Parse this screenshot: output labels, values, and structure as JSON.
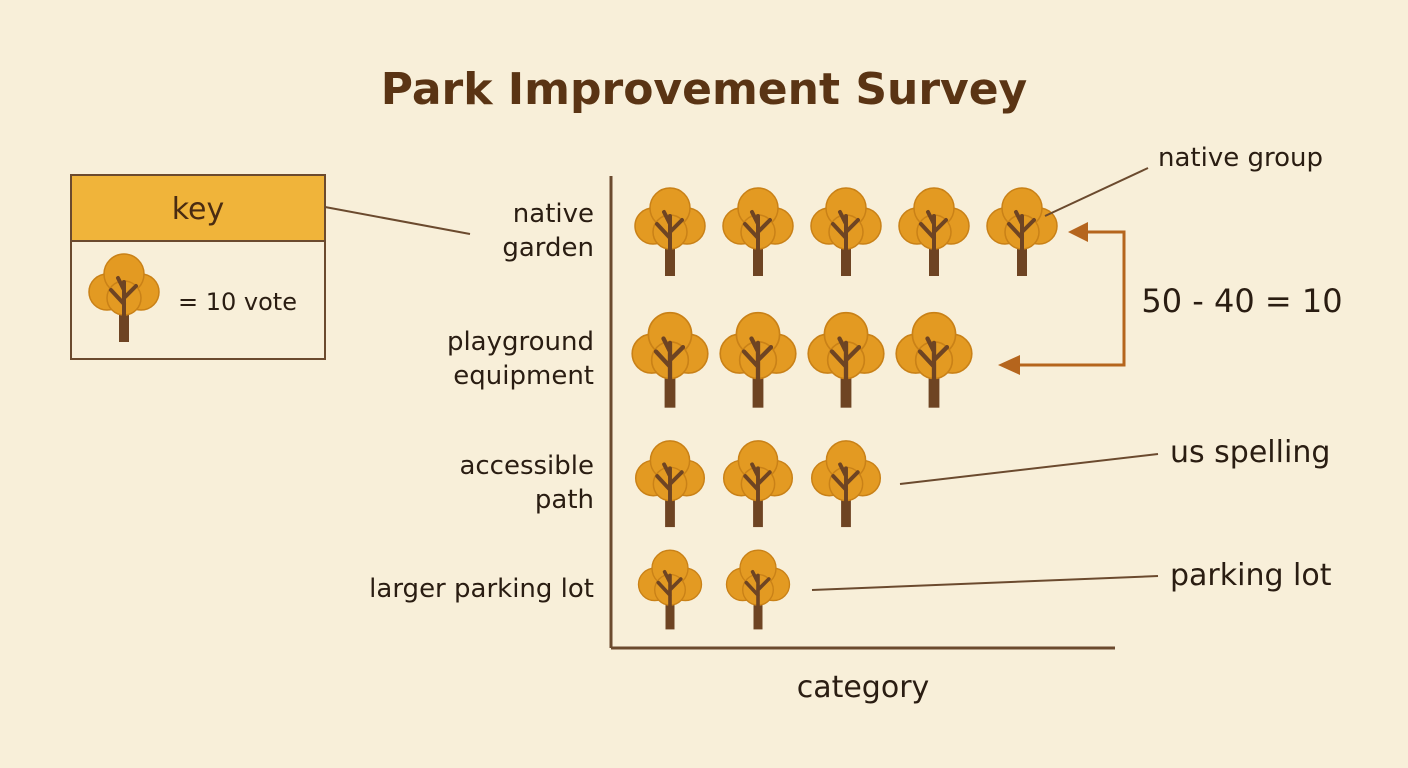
{
  "chart_data": {
    "type": "pictograph",
    "title": "Park Improvement Survey",
    "xlabel": "category",
    "key": {
      "title": "key",
      "text": "= 10 vote",
      "unit_value": 10,
      "icon": "tree-icon"
    },
    "categories": [
      {
        "label_lines": [
          "native",
          "garden"
        ],
        "icons": 5,
        "value": 50
      },
      {
        "label_lines": [
          "playground",
          "equipment"
        ],
        "icons": 4,
        "value": 40
      },
      {
        "label_lines": [
          "accessible",
          "path"
        ],
        "icons": 3,
        "value": 30
      },
      {
        "label_lines": [
          "larger parking lot"
        ],
        "icons": 2,
        "value": 20
      }
    ],
    "annotations": [
      {
        "text": "native group",
        "row": 0
      },
      {
        "text": "us spelling",
        "row": 2
      },
      {
        "text": "parking lot",
        "row": 3
      }
    ],
    "difference": {
      "text": "50 - 40 = 10",
      "from_row": 0,
      "to_row": 1
    }
  },
  "colors": {
    "background": "#f8efd9",
    "foliage": "#e39a22",
    "trunk": "#6e4423",
    "key_header": "#f0b43a",
    "arrow": "#b5651d",
    "title": "#5a3414"
  }
}
